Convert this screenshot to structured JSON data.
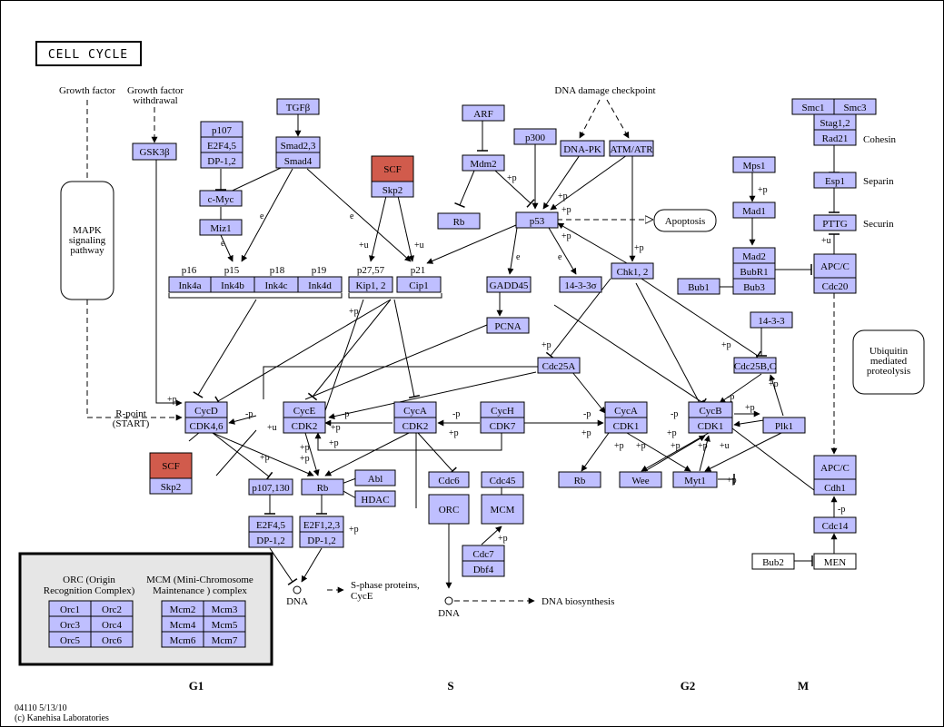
{
  "title": "CELL CYCLE",
  "footer": {
    "id_date": "04110 5/13/10",
    "copyright": "(c) Kanehisa Laboratories"
  },
  "phases": [
    "G1",
    "S",
    "G2",
    "M"
  ],
  "labels": {
    "growth_factor": "Growth factor",
    "growth_factor_withdrawal_1": "Growth factor",
    "growth_factor_withdrawal_2": "withdrawal",
    "dna_damage": "DNA damage checkpoint",
    "apoptosis": "Apoptosis",
    "mapk_1": "MAPK",
    "mapk_2": "signaling",
    "mapk_3": "pathway",
    "ubiquitin_1": "Ubiquitin",
    "ubiquitin_2": "mediated",
    "ubiquitin_3": "proteolysis",
    "r_point_1": "R-point",
    "r_point_2": "(START)",
    "cohesin": "Cohesin",
    "separin": "Separin",
    "securin": "Securin",
    "s_phase_1": "S-phase proteins,",
    "s_phase_2": "CycE",
    "dna_biosynthesis": "DNA biosynthesis",
    "dna_1": "DNA",
    "dna_2": "DNA",
    "p16": "p16",
    "p15": "p15",
    "p18": "p18",
    "p19": "p19",
    "p27_57": "p27,57",
    "p21": "p21",
    "orc_legend_1": "ORC (Origin",
    "orc_legend_2": "Recognition Complex)",
    "mcm_legend_1": "MCM (Mini-Chromosome",
    "mcm_legend_2": "Maintenance ) complex"
  },
  "genes": {
    "gsk3b": "GSK3β",
    "tgfb": "TGFβ",
    "p107": "p107",
    "e2f45": "E2F4,5",
    "dp12": "DP-1,2",
    "cmyc": "c-Myc",
    "miz1": "Miz1",
    "smad23": "Smad2,3",
    "smad4": "Smad4",
    "scf": "SCF",
    "skp2": "Skp2",
    "arf": "ARF",
    "mdm2": "Mdm2",
    "rb": "Rb",
    "p300": "p300",
    "dnapk": "DNA-PK",
    "atmatr": "ATM/ATR",
    "p53": "p53",
    "gadd45": "GADD45",
    "sigma": "14-3-3σ",
    "chk12": "Chk1, 2",
    "pcna": "PCNA",
    "ink4a": "Ink4a",
    "ink4b": "Ink4b",
    "ink4c": "Ink4c",
    "ink4d": "Ink4d",
    "kip12": "Kip1, 2",
    "cip1": "Cip1",
    "cycd": "CycD",
    "cdk46": "CDK4,6",
    "cyce": "CycE",
    "cdk2": "CDK2",
    "cyca": "CycA",
    "cych": "CycH",
    "cdk7": "CDK7",
    "cdk1": "CDK1",
    "cycb": "CycB",
    "cdc25a": "Cdc25A",
    "cdc25bc": "Cdc25B,C",
    "p1433": "14-3-3",
    "plk1": "Plk1",
    "wee": "Wee",
    "myt1": "Myt1",
    "p107130": "p107,130",
    "e2f123": "E2F1,2,3",
    "abl": "Abl",
    "hdac": "HDAC",
    "cdc6": "Cdc6",
    "orc": "ORC",
    "cdc45": "Cdc45",
    "mcm": "MCM",
    "cdc7": "Cdc7",
    "dbf4": "Dbf4",
    "smc1": "Smc1",
    "smc3": "Smc3",
    "stag12": "Stag1,2",
    "rad21": "Rad21",
    "esp1": "Esp1",
    "pttg": "PTTG",
    "mps1": "Mps1",
    "mad1": "Mad1",
    "mad2": "Mad2",
    "bubr1": "BubR1",
    "bub3": "Bub3",
    "bub1": "Bub1",
    "apcc": "APC/C",
    "cdc20": "Cdc20",
    "cdh1": "Cdh1",
    "cdc14": "Cdc14",
    "bub2": "Bub2",
    "men": "MEN",
    "orc1": "Orc1",
    "orc2": "Orc2",
    "orc3": "Orc3",
    "orc4": "Orc4",
    "orc5": "Orc5",
    "orc6": "Orc6",
    "mcm2": "Mcm2",
    "mcm3": "Mcm3",
    "mcm4": "Mcm4",
    "mcm5": "Mcm5",
    "mcm6": "Mcm6",
    "mcm7": "Mcm7"
  },
  "modifiers": {
    "p": "+p",
    "u": "+u",
    "minus_p": "-p",
    "e": "e"
  },
  "colors": {
    "gene_fill": "#bfbfff",
    "highlight_fill": "#d15b4c",
    "legend_bg": "#e6e6e6"
  }
}
